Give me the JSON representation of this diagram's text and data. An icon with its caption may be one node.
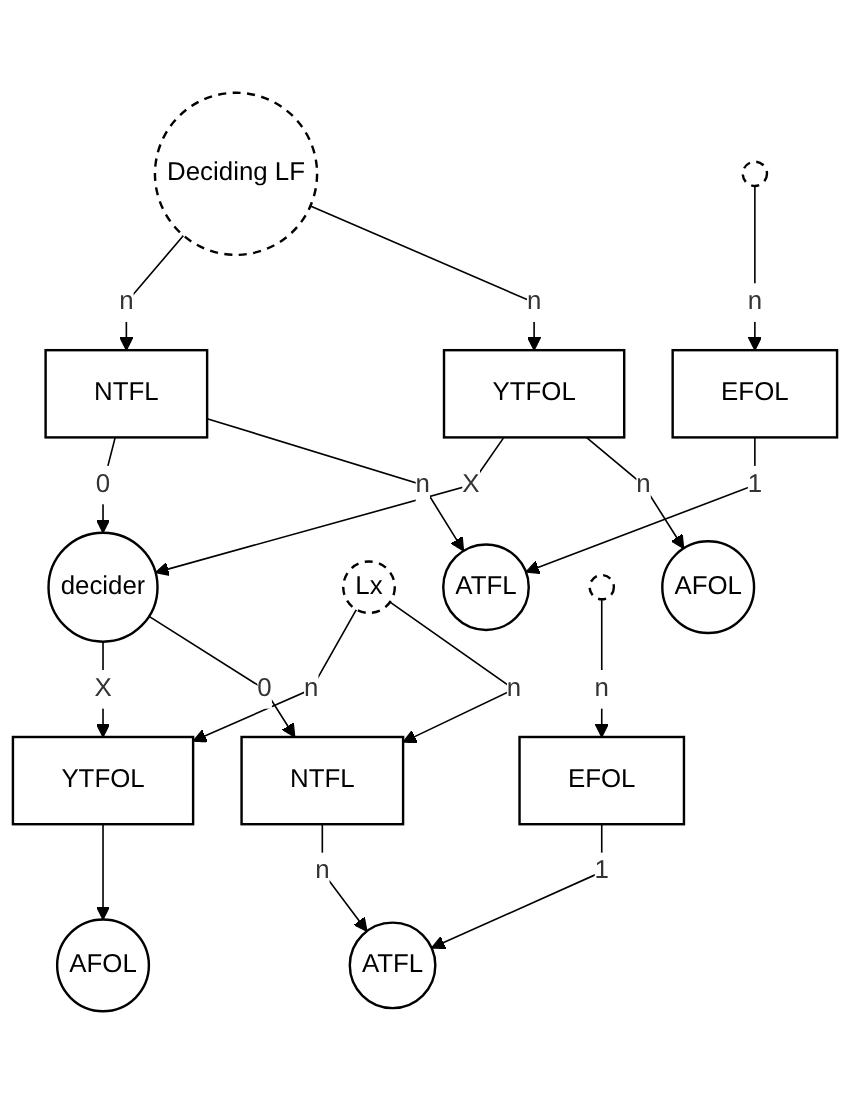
{
  "diagram": {
    "nodes": [
      {
        "text": [
          "Deciding LF"
        ]
      },
      {
        "text": [
          "NTFL"
        ]
      },
      {
        "text": [
          "YTFOL"
        ]
      },
      {
        "text": [
          "decider"
        ]
      },
      {
        "text": [
          "Lx"
        ]
      },
      {
        "text": [
          "YTFOL"
        ]
      },
      {
        "text": [
          "NTFL"
        ]
      },
      {
        "text": [
          "AFOL"
        ]
      },
      {
        "text": [
          "AFOL"
        ]
      },
      {
        "text": [],
        "shape": "circle"
      },
      {
        "text": [],
        "shape": "circle"
      },
      {
        "text": [
          "EFOL"
        ]
      },
      {
        "text": [
          "EFOL"
        ]
      },
      {
        "text": [
          "ATFL"
        ]
      },
      {
        "text": [
          "ATFL"
        ]
      }
    ],
    "edges": [
      {
        "from": 0,
        "to": 1,
        "arrow": "to",
        "label": "n"
      },
      {
        "from": 0,
        "to": 2,
        "arrow": "to",
        "label": "n"
      },
      {
        "from": 1,
        "to": 3,
        "arrow": "to",
        "label": "0"
      },
      {
        "from": 2,
        "to": 3,
        "arrow": "to",
        "label": "X"
      },
      {
        "from": 2,
        "to": 7,
        "arrow": "to",
        "label": "n"
      },
      {
        "from": 3,
        "to": 5,
        "arrow": "to",
        "label": "X"
      },
      {
        "from": 3,
        "to": 6,
        "arrow": "to",
        "label": "0"
      },
      {
        "from": 4,
        "to": 5,
        "arrow": "to",
        "label": "n"
      },
      {
        "from": 4,
        "to": 6,
        "arrow": "to",
        "label": "n"
      },
      {
        "from": 5,
        "to": 8,
        "arrow": "to"
      },
      {
        "from": 1,
        "to": 13,
        "arrow": "to",
        "label": "n"
      },
      {
        "from": 9,
        "to": 11,
        "arrow": "to",
        "label": "n"
      },
      {
        "from": 10,
        "to": 12,
        "arrow": "to",
        "label": "n"
      },
      {
        "from": 11,
        "to": 13,
        "arrow": "to",
        "label": "1"
      },
      {
        "from": 12,
        "to": 14,
        "arrow": "to",
        "label": "1"
      },
      {
        "from": 6,
        "to": 14,
        "arrow": "to",
        "label": "n"
      }
    ]
  }
}
